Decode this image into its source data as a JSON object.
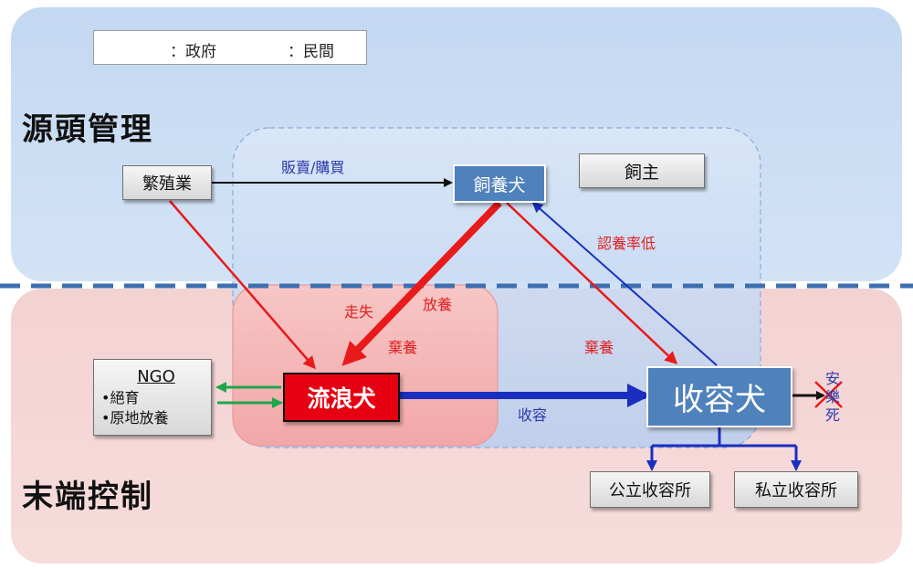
{
  "legend": {
    "gov_label": "：政府",
    "civil_label": "：民間",
    "gov_color": "#1f3bbf",
    "civil_color": "#1fa64a"
  },
  "zones": {
    "top_label": "源頭管理",
    "bottom_label": "末端控制"
  },
  "nodes": {
    "breeder": "繁殖業",
    "pet_dog": "飼養犬",
    "owner": "飼主",
    "stray_dog": "流浪犬",
    "shelter_dog": "收容犬",
    "ngo_title": "NGO",
    "ngo_items": [
      "•絕育",
      "•原地放養"
    ],
    "public_shelter": "公立收容所",
    "private_shelter": "私立收容所"
  },
  "edge_labels": {
    "trade": "販賣/購買",
    "adoption_low": "認養率低",
    "lost": "走失",
    "release": "放養",
    "abandon_1": "棄養",
    "abandon_2": "棄養",
    "shelter": "收容",
    "euthanasia": [
      "安",
      "樂",
      "死"
    ]
  }
}
